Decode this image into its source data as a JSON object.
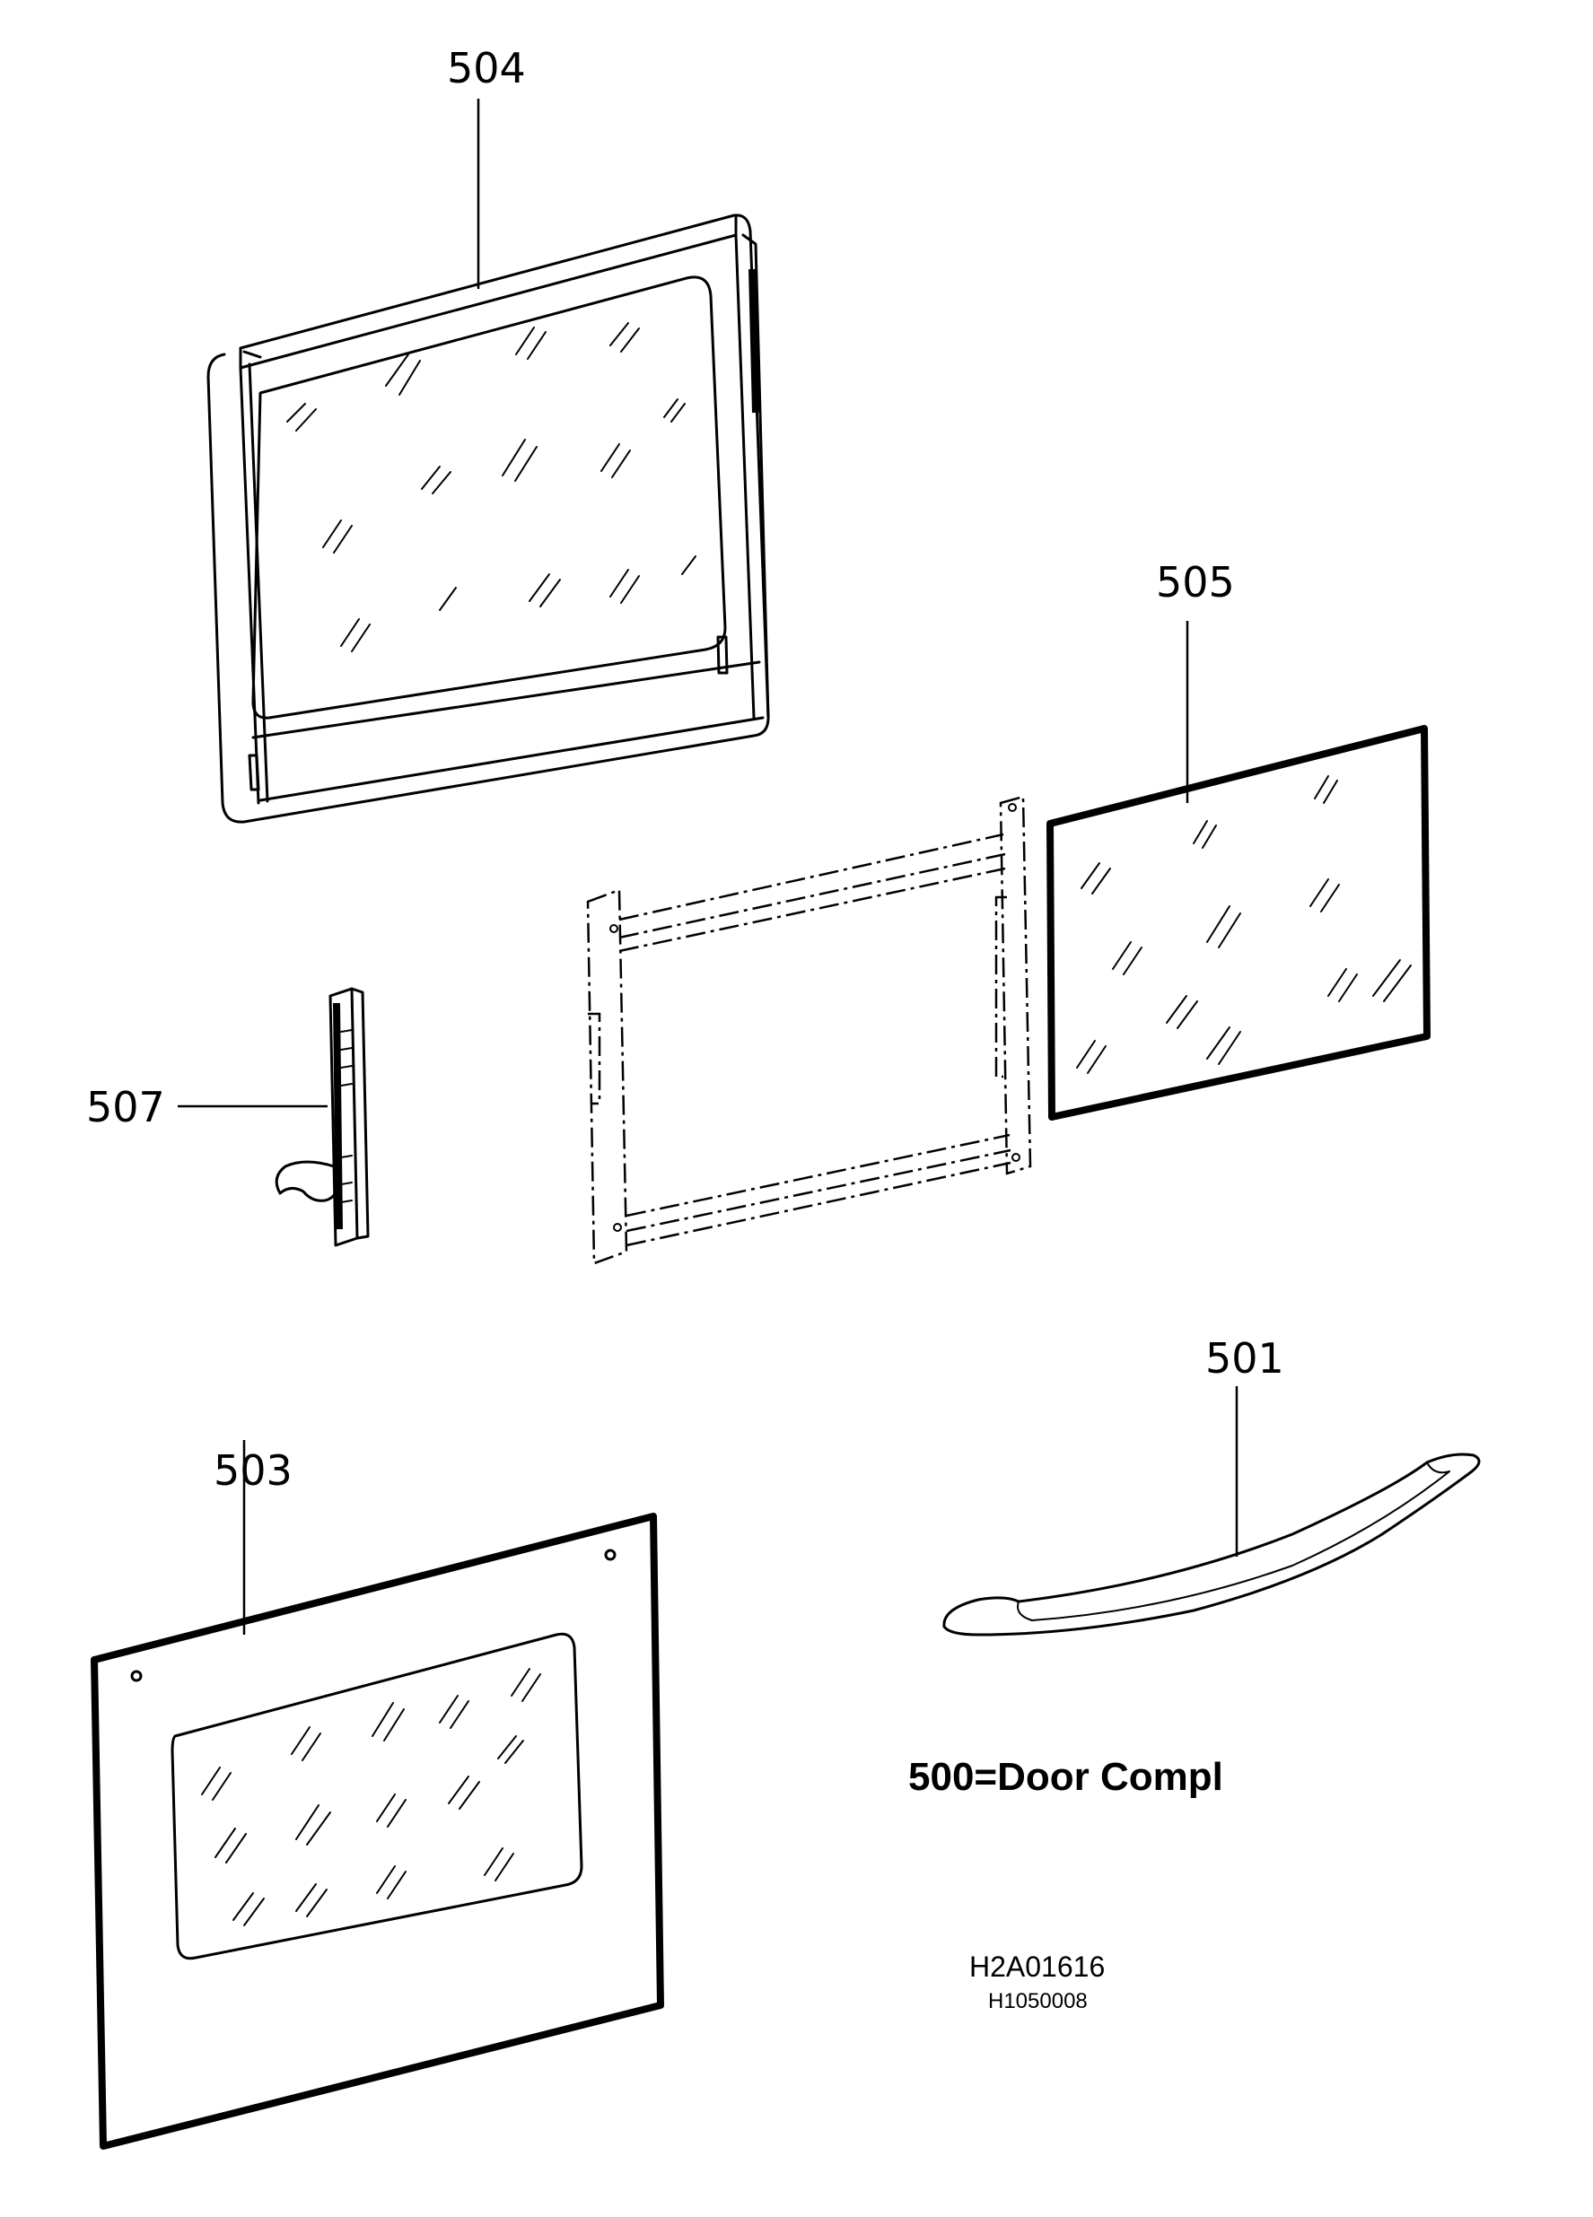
{
  "labels": {
    "p504": "504",
    "p505": "505",
    "p507": "507",
    "p501": "501",
    "p503": "503"
  },
  "legend": "500=Door Compl",
  "drawing_code": "H2A01616",
  "drawing_subcode": "H1050008"
}
